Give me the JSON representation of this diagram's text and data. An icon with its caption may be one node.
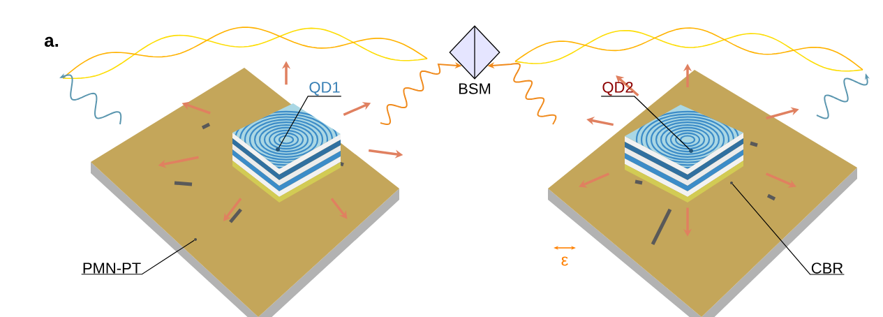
{
  "diagram": {
    "nodes": [
      {
        "text": [
          "QD1"
        ]
      },
      {
        "text": [
          "QD2"
        ]
      },
      {
        "text": [
          "CBR"
        ]
      },
      {
        "text": [
          "PMN-PT"
        ]
      },
      {
        "text": [
          "BSM"
        ]
      },
      {
        "text": [],
        "shape": "circle"
      },
      {
        "text": [],
        "shape": "circle"
      },
      {
        "text": [],
        "shape": "picture"
      },
      {
        "text": [],
        "shape": "picture"
      }
    ],
    "edges": [
      {
        "from": 0,
        "to": 5,
        "arrow": "none"
      },
      {
        "from": 1,
        "to": 6,
        "arrow": "none"
      },
      {
        "from": 2,
        "to": 7,
        "arrow": "none"
      },
      {
        "from": 3,
        "to": 8,
        "arrow": "none"
      },
      {
        "from": null,
        "to": 4,
        "arrow": "to",
        "color": "#f08a1c"
      },
      {
        "from": null,
        "to": 4,
        "arrow": "to",
        "color": "#f08a1c"
      }
    ],
    "labels": [
      "a.",
      "ε"
    ]
  }
}
